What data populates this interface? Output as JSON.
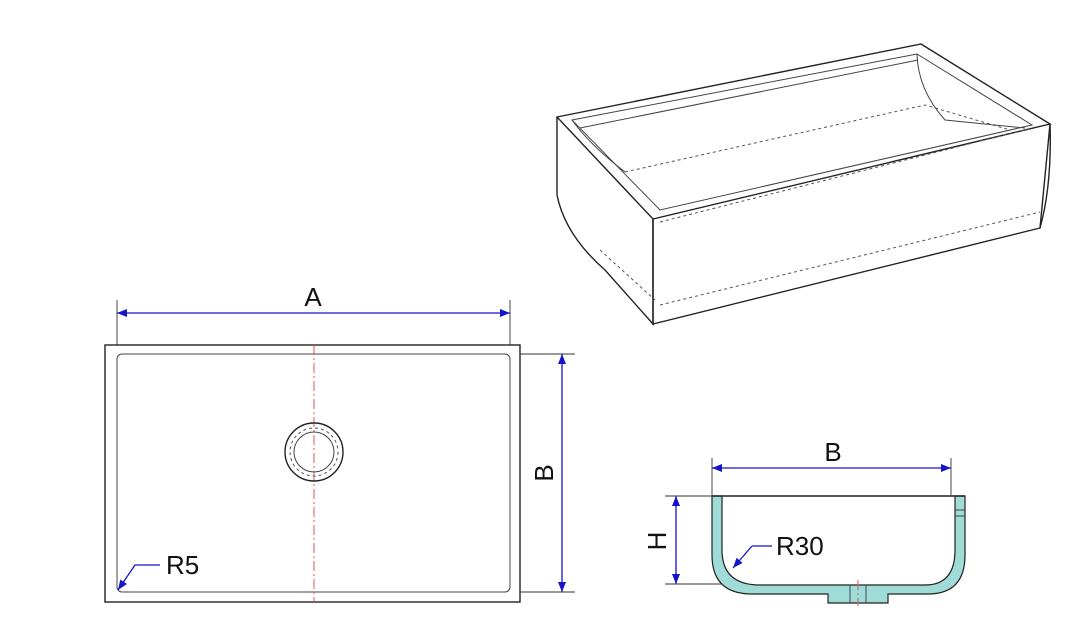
{
  "labels": {
    "width_a": "A",
    "depth_b_top": "B",
    "depth_b_section": "B",
    "height_h": "H",
    "corner_radius_top": "R5",
    "inner_radius_section": "R30"
  },
  "colors": {
    "dimension": "#1414c8",
    "section_hatch": "#9fdcd8",
    "center_line": "#e05555",
    "outline": "#222222"
  }
}
